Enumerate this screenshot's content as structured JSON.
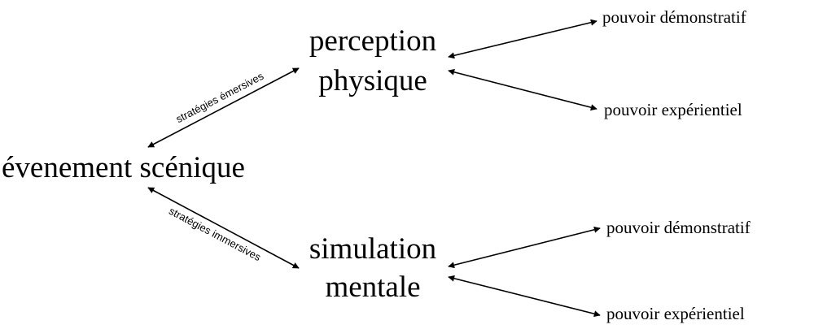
{
  "diagram": {
    "root": {
      "label": "évenement scénique"
    },
    "top": {
      "line1": "perception",
      "line2": "physique",
      "edge_label": "stratégies émersives",
      "out1": "pouvoir démonstratif",
      "out2": "pouvoir expérientiel"
    },
    "bottom": {
      "line1": "simulation",
      "line2": "mentale",
      "edge_label": "stratégies immersives",
      "out1": "pouvoir démonstratif",
      "out2": "pouvoir expérientiel"
    },
    "colors": {
      "ink": "#000000",
      "background": "#ffffff"
    }
  }
}
